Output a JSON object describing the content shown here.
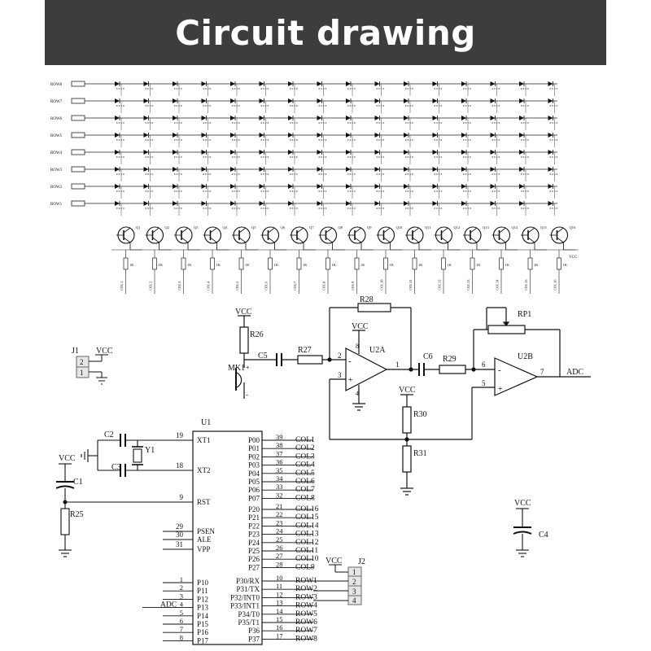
{
  "header": {
    "title": "Circuit drawing"
  },
  "matrix": {
    "row_labels": [
      "ROW8",
      "ROW7",
      "ROW6",
      "ROW5",
      "ROW4",
      "ROW3",
      "ROW2",
      "ROW1"
    ],
    "transistors": [
      "Q1",
      "Q2",
      "Q3",
      "Q4",
      "Q5",
      "Q6",
      "Q7",
      "Q8",
      "Q9",
      "Q10",
      "Q11",
      "Q12",
      "Q13",
      "Q14",
      "Q15",
      "Q16"
    ],
    "resistor_value": "1K",
    "vcc_label": "VCC",
    "col_labels": [
      "COL1",
      "COL2",
      "COL3",
      "COL4",
      "COL5",
      "COL6",
      "COL7",
      "COL8",
      "COL9",
      "COL10",
      "COL11",
      "COL12",
      "COL13",
      "COL14",
      "COL15",
      "COL16"
    ]
  },
  "amp": {
    "vcc": "VCC",
    "r26": "R26",
    "r27": "R27",
    "r28": "R28",
    "r29": "R29",
    "r30": "R30",
    "r31": "R31",
    "c5": "C5",
    "c6": "C6",
    "mk1": "MK1",
    "rp1": "RP1",
    "u2a": "U2A",
    "u2b": "U2B",
    "pin2": "2",
    "pin3": "3",
    "pin1": "1",
    "pin8": "8",
    "pin4": "4",
    "pin6": "6",
    "pin5": "5",
    "pin7": "7",
    "plus": "+",
    "minus": "-",
    "adc": "ADC"
  },
  "j1": {
    "label": "J1",
    "vcc": "VCC",
    "pin1": "1",
    "pin2": "2"
  },
  "mcu": {
    "label": "U1",
    "left_pins": [
      {
        "num": "19",
        "name": "XT1"
      },
      {
        "num": "18",
        "name": "XT2"
      },
      {
        "num": "9",
        "name": "RST"
      },
      {
        "num": "29",
        "name": "PSEN"
      },
      {
        "num": "30",
        "name": "ALE"
      },
      {
        "num": "31",
        "name": "VPP"
      }
    ],
    "p0": [
      {
        "name": "P00",
        "num": "39",
        "net": "COL1"
      },
      {
        "name": "P01",
        "num": "38",
        "net": "COL2"
      },
      {
        "name": "P02",
        "num": "37",
        "net": "COL3"
      },
      {
        "name": "P03",
        "num": "36",
        "net": "COL4"
      },
      {
        "name": "P04",
        "num": "35",
        "net": "COL5"
      },
      {
        "name": "P05",
        "num": "34",
        "net": "COL6"
      },
      {
        "name": "P06",
        "num": "33",
        "net": "COL7"
      },
      {
        "name": "P07",
        "num": "32",
        "net": "COL8"
      }
    ],
    "p2": [
      {
        "name": "P20",
        "num": "21",
        "net": "COL16"
      },
      {
        "name": "P21",
        "num": "22",
        "net": "COL15"
      },
      {
        "name": "P22",
        "num": "23",
        "net": "COL14"
      },
      {
        "name": "P23",
        "num": "24",
        "net": "COL13"
      },
      {
        "name": "P24",
        "num": "25",
        "net": "COL12"
      },
      {
        "name": "P25",
        "num": "26",
        "net": "COL11"
      },
      {
        "name": "P26",
        "num": "27",
        "net": "COL10"
      },
      {
        "name": "P27",
        "num": "28",
        "net": "COL9"
      }
    ],
    "p1": [
      {
        "num": "1",
        "name": "P10",
        "net": ""
      },
      {
        "num": "2",
        "name": "P11",
        "net": ""
      },
      {
        "num": "3",
        "name": "P12",
        "net": ""
      },
      {
        "num": "4",
        "name": "P13",
        "net": "ADC"
      },
      {
        "num": "5",
        "name": "P14",
        "net": ""
      },
      {
        "num": "6",
        "name": "P15",
        "net": ""
      },
      {
        "num": "7",
        "name": "P16",
        "net": ""
      },
      {
        "num": "8",
        "name": "P17",
        "net": ""
      }
    ],
    "p3": [
      {
        "name": "P30/RX",
        "num": "10",
        "net": "ROW1"
      },
      {
        "name": "P31/TX",
        "num": "11",
        "net": "ROW2"
      },
      {
        "name": "P32/INT0",
        "num": "12",
        "net": "ROW3"
      },
      {
        "name": "P33/INT1",
        "num": "13",
        "net": "ROW4"
      },
      {
        "name": "P34/T0",
        "num": "14",
        "net": "ROW5"
      },
      {
        "name": "P35/T1",
        "num": "15",
        "net": "ROW6"
      },
      {
        "name": "P36",
        "num": "16",
        "net": "ROW7"
      },
      {
        "name": "P37",
        "num": "17",
        "net": "ROW8"
      }
    ]
  },
  "osc": {
    "c2": "C2",
    "c3": "C3",
    "y1": "Y1",
    "c1": "C1",
    "r25": "R25",
    "vcc": "VCC"
  },
  "j2": {
    "label": "J2",
    "vcc": "VCC",
    "pins": [
      "1",
      "2",
      "3",
      "4"
    ]
  },
  "c4": {
    "label": "C4",
    "vcc": "VCC"
  }
}
